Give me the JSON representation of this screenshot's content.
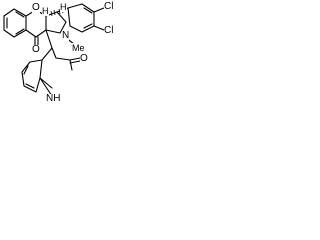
{
  "structure": {
    "atoms": {
      "o_pyran": "O",
      "o_ketone": "O",
      "n_pyrrolidine": "N",
      "methyl": "Me",
      "cl_top": "Cl",
      "cl_right": "Cl",
      "nh": "NH",
      "o_lactam": "O"
    },
    "stereo_marks": {
      "h_ring": "H",
      "h_aryl": "H"
    }
  }
}
